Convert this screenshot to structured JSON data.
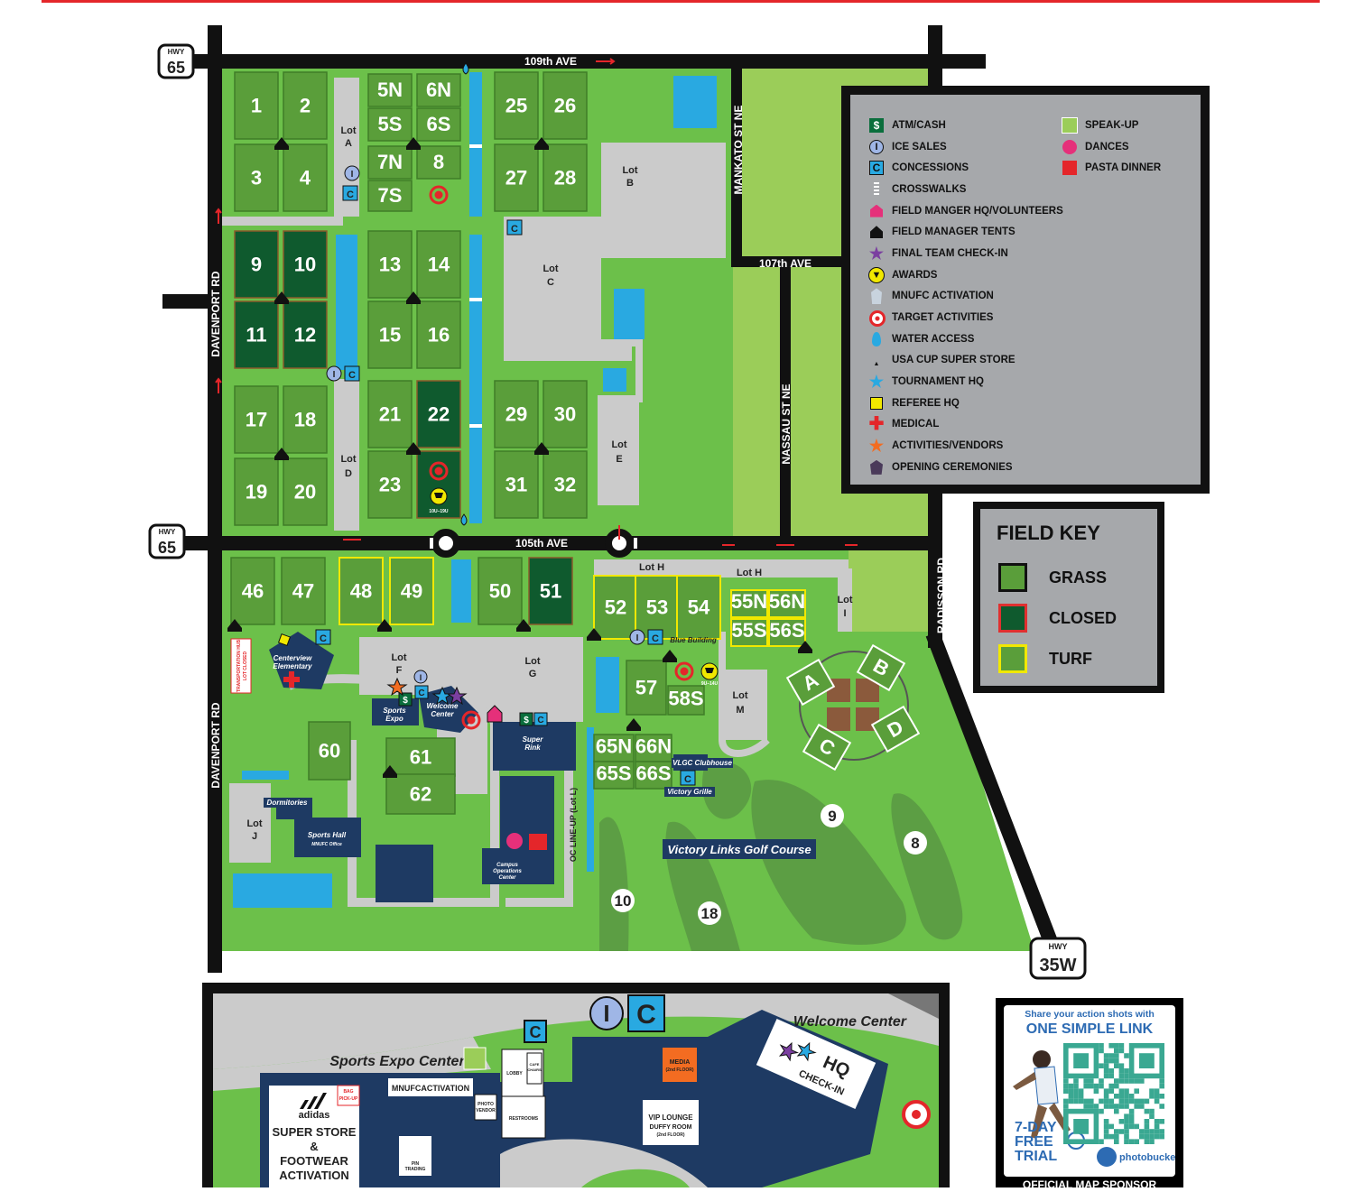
{
  "roads": {
    "hwy65_top": {
      "hwy": "HWY",
      "num": "65"
    },
    "hwy65_mid": {
      "hwy": "HWY",
      "num": "65"
    },
    "hwy35w": {
      "hwy": "HWY",
      "num": "35W"
    },
    "ave109": "109th AVE",
    "ave105": "105th AVE",
    "ave107": "107th AVE",
    "mankato": "MANKATO ST NE",
    "nassau": "NASSAU ST NE",
    "davenport": "DAVENPORT RD",
    "radisson": "RADISSON RD"
  },
  "fields": {
    "grass": [
      "1",
      "2",
      "3",
      "4",
      "5N",
      "6N",
      "5S",
      "6S",
      "7N",
      "8",
      "7S",
      "25",
      "26",
      "27",
      "28",
      "13",
      "14",
      "15",
      "16",
      "21",
      "23",
      "29",
      "30",
      "31",
      "32",
      "17",
      "18",
      "19",
      "20",
      "46",
      "47",
      "50",
      "57",
      "58S",
      "65N",
      "66N",
      "65S",
      "66S",
      "60",
      "61",
      "62"
    ],
    "closed": [
      "9",
      "10",
      "11",
      "12",
      "22",
      "51"
    ],
    "turf": [
      "48",
      "49",
      "52",
      "53",
      "54",
      "55N",
      "56N",
      "55S",
      "56S"
    ]
  },
  "lots": {
    "a": [
      "Lot",
      "A"
    ],
    "b": [
      "Lot",
      "B"
    ],
    "c": [
      "Lot",
      "C"
    ],
    "d": [
      "Lot",
      "D"
    ],
    "e": [
      "Lot",
      "E"
    ],
    "f": [
      "Lot",
      "F"
    ],
    "g": [
      "Lot",
      "G"
    ],
    "h1": "Lot H",
    "h2": "Lot H",
    "i": [
      "Lot",
      "I"
    ],
    "j": [
      "Lot",
      "J"
    ],
    "m": [
      "Lot",
      "M"
    ]
  },
  "places": {
    "centerview": [
      "Centerview",
      "Elementary"
    ],
    "transport": [
      "TRANSPORTATION HUB",
      "LOT CLOSED"
    ],
    "sports_expo": [
      "Sports",
      "Expo"
    ],
    "welcome_center": [
      "Welcome",
      "Center"
    ],
    "super_rink": [
      "Super",
      "Rink"
    ],
    "blue_building": "Blue Building",
    "vlgc_clubhouse": "VLGC Clubhouse",
    "victory_grille": "Victory Grille",
    "golf_course": "Victory Links Golf Course",
    "dormitories": "Dormitories",
    "sports_hall": [
      "Sports Hall",
      "MNUFC Office"
    ],
    "campus_ops": [
      "Campus",
      "Operations",
      "Center"
    ],
    "oc_lineup": "OC LINE-UP (Lot L)",
    "awards_note1": "10U–19U",
    "awards_note2": "9U–14U"
  },
  "golf_holes": [
    "9",
    "8",
    "10",
    "18"
  ],
  "courts": [
    "A",
    "B",
    "C",
    "D"
  ],
  "legend": {
    "col1": [
      {
        "icon": "dollar-icon",
        "label": "ATM/CASH"
      },
      {
        "icon": "ice-icon",
        "label": "ICE SALES"
      },
      {
        "icon": "concessions-icon",
        "label": "CONCESSIONS"
      },
      {
        "icon": "crosswalk-icon",
        "label": "CROSSWALKS"
      },
      {
        "icon": "hq-house-icon",
        "label": "FIELD MANGER HQ/VOLUNTEERS"
      },
      {
        "icon": "tent-icon",
        "label": "FIELD MANAGER TENTS"
      },
      {
        "icon": "purple-star-icon",
        "label": "FINAL TEAM CHECK-IN"
      },
      {
        "icon": "trophy-icon",
        "label": "AWARDS"
      },
      {
        "icon": "mnufc-icon",
        "label": "MNUFC ACTIVATION"
      },
      {
        "icon": "target-icon",
        "label": "TARGET ACTIVITIES"
      },
      {
        "icon": "water-drop-icon",
        "label": "WATER ACCESS"
      },
      {
        "icon": "adidas-icon",
        "label": "USA CUP SUPER STORE"
      },
      {
        "icon": "blue-star-icon",
        "label": "TOURNAMENT HQ"
      },
      {
        "icon": "referee-icon",
        "label": "REFEREE HQ"
      },
      {
        "icon": "medical-cross-icon",
        "label": "MEDICAL"
      },
      {
        "icon": "orange-star-icon",
        "label": "ACTIVITIES/VENDORS"
      },
      {
        "icon": "ceremony-icon",
        "label": "OPENING CEREMONIES"
      }
    ],
    "col2": [
      {
        "icon": "speakup-icon",
        "label": "SPEAK-UP"
      },
      {
        "icon": "dance-icon",
        "label": "DANCES"
      },
      {
        "icon": "pasta-icon",
        "label": "PASTA DINNER"
      }
    ]
  },
  "field_key": {
    "title": "FIELD KEY",
    "items": [
      {
        "label": "GRASS",
        "fill": "#5a9e3a",
        "border": "#111111"
      },
      {
        "label": "CLOSED",
        "fill": "#0f5a2e",
        "border": "#e03030"
      },
      {
        "label": "TURF",
        "fill": "#5a9e3a",
        "border": "#f1e800"
      }
    ]
  },
  "inset": {
    "welcome_center": "Welcome Center",
    "sports_expo_center": "Sports Expo Center",
    "adidas": "adidas",
    "super_store": [
      "SUPER STORE",
      "&",
      "FOOTWEAR",
      "ACTIVATION"
    ],
    "bag_pickup": [
      "BAG",
      "PICK-UP"
    ],
    "mnufc_activation": "MNUFCACTIVATION",
    "photo_vendor": [
      "PHOTO",
      "VENDOR"
    ],
    "lobby": "LOBBY",
    "cafe": [
      "CAFE",
      "CHAIRS"
    ],
    "restrooms": "RESTROOMS",
    "pin_trading": [
      "PIN",
      "TRADING"
    ],
    "media": [
      "MEDIA",
      "(2nd FLOOR)"
    ],
    "vip": [
      "VIP LOUNGE",
      "DUFFY ROOM",
      "(2nd FLOOR)"
    ],
    "hq": "HQ",
    "checkin": "CHECK-IN",
    "i": "I",
    "c": "C"
  },
  "promo": {
    "line1": "Share your action shots with",
    "line2": "ONE SIMPLE LINK",
    "trial": [
      "7-DAY",
      "FREE",
      "TRIAL"
    ],
    "brand": "photobucket",
    "bottom": "OFFICIAL MAP SPONSOR"
  },
  "colors": {
    "grass": "#5a9e3a",
    "closed": "#0f5a2e",
    "turf_border": "#f1e800",
    "ground": "#6cc04a",
    "light_green": "#9bcd59",
    "lot": "#cbcbcb",
    "road": "#111111",
    "water": "#29a9e1",
    "building": "#1e3a63",
    "legend_bg": "#a6a8ab",
    "top_bar": "#e4262a"
  }
}
